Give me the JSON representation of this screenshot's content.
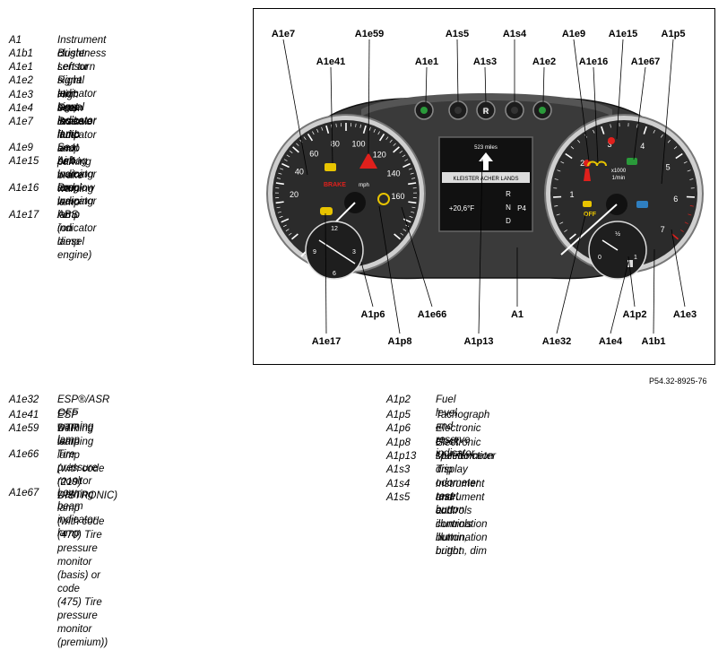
{
  "legend_top": [
    {
      "code": "A1",
      "desc": "Instrument cluster"
    },
    {
      "code": "A1b1",
      "desc": "Brightness sensor"
    },
    {
      "code": "A1e1",
      "desc": "Left turn signal indicator lamp"
    },
    {
      "code": "A1e2",
      "desc": "Right turn signal indicator lamp"
    },
    {
      "code": "A1e3",
      "desc": "High beam indicator lamp"
    },
    {
      "code": "A1e4",
      "desc": "Fuel reserve indicator lamp"
    },
    {
      "code": "A1e7",
      "desc": "Brake fluid and parking brake\nwarning lamp"
    },
    {
      "code": "A1e9",
      "desc": "Seat belt warning lamp"
    },
    {
      "code": "A1e15",
      "desc": "Airbag indicator and warning\nlamp"
    },
    {
      "code": "A1e16",
      "desc": "Preglow indicator lamp\n(on diesel engine)"
    },
    {
      "code": "A1e17",
      "desc": "ABS indicator lamp"
    }
  ],
  "legend_bottom_left": [
    {
      "code": "A1e32",
      "desc": "ESP®/ASR OFF warning lamp"
    },
    {
      "code": "A1e41",
      "desc": "ESP warning lamp"
    },
    {
      "code": "A1e59",
      "desc": "DTR warning lamp\n(with code (219) DISTRONIC)"
    },
    {
      "code": "A1e66",
      "desc": "Tire pressure monitor warning lamp\n(with code (470) Tire pressure monitor (basis) or code\n(475) Tire pressure monitor (premium))"
    },
    {
      "code": "A1e67",
      "desc": "Low beam indicator lamp"
    }
  ],
  "legend_bottom_right": [
    {
      "code": "A1p2",
      "desc": "Fuel level and reserve indicator"
    },
    {
      "code": "A1p5",
      "desc": "Tachograph"
    },
    {
      "code": "A1p6",
      "desc": "Electronic clock"
    },
    {
      "code": "A1p8",
      "desc": "Electronic speedometer"
    },
    {
      "code": "A1p13",
      "desc": "Multifunction display"
    },
    {
      "code": "A1s3",
      "desc": "Trip odometer reset button"
    },
    {
      "code": "A1s4",
      "desc": "Instrument and controls illumination button, bright"
    },
    {
      "code": "A1s5",
      "desc": "Instrument and controls illumination button, dim"
    }
  ],
  "diagram": {
    "callouts": [
      "A1e7",
      "A1e59",
      "A1s5",
      "A1s4",
      "A1e9",
      "A1e15",
      "A1p5",
      "A1e41",
      "A1e1",
      "A1s3",
      "A1e2",
      "A1e16",
      "A1e67",
      "A1p6",
      "A1e66",
      "A1",
      "A1p2",
      "A1e3",
      "A1e17",
      "A1p8",
      "A1p13",
      "A1e32",
      "A1e4",
      "A1b1"
    ],
    "speedo_ticks": [
      "20",
      "40",
      "60",
      "80",
      "100",
      "120",
      "140",
      "160"
    ],
    "speedo_unit": "mph",
    "tacho_ticks": [
      "1",
      "2",
      "3",
      "4",
      "5",
      "6",
      "7"
    ],
    "tacho_unit_top": "x1000",
    "tacho_unit_bottom": "1/min",
    "clock_ticks": [
      "12",
      "3",
      "6",
      "9"
    ],
    "fuel_ticks": [
      "0",
      "½",
      "1"
    ],
    "brake_label": "BRAKE",
    "esp_off_label": "OFF",
    "display_top": "523 miles",
    "display_street": "KLEISTER  ACHER  LANDS",
    "display_temp": "+20,6°F",
    "display_gears": [
      "R",
      "N",
      "D"
    ],
    "display_gear_active": "P4",
    "button_s3": "R"
  },
  "figure_ref": "P54.32-8925-76",
  "colors": {
    "red": "#e0201c",
    "yellow": "#e8c400",
    "green": "#2a9a3a",
    "blue": "#2f7fc0",
    "gauge": "#2b2b2b",
    "housing": "#3a3a3a"
  }
}
